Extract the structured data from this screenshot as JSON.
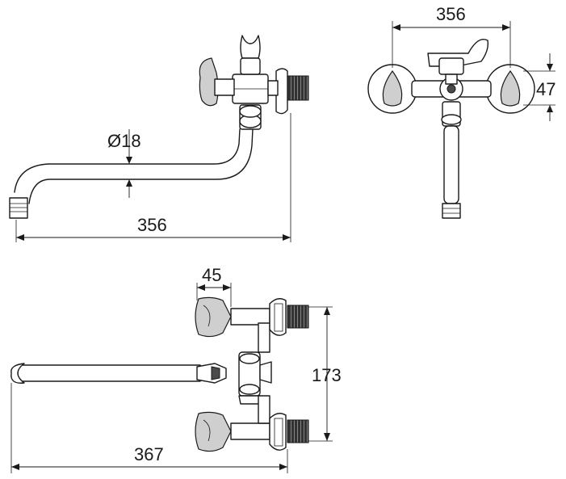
{
  "dimensions": {
    "side_view_diameter": "Ø18",
    "side_view_length": "356",
    "front_view_width": "356",
    "front_view_height": "47",
    "top_view_handle": "45",
    "top_view_span": "173",
    "top_view_length": "367"
  }
}
